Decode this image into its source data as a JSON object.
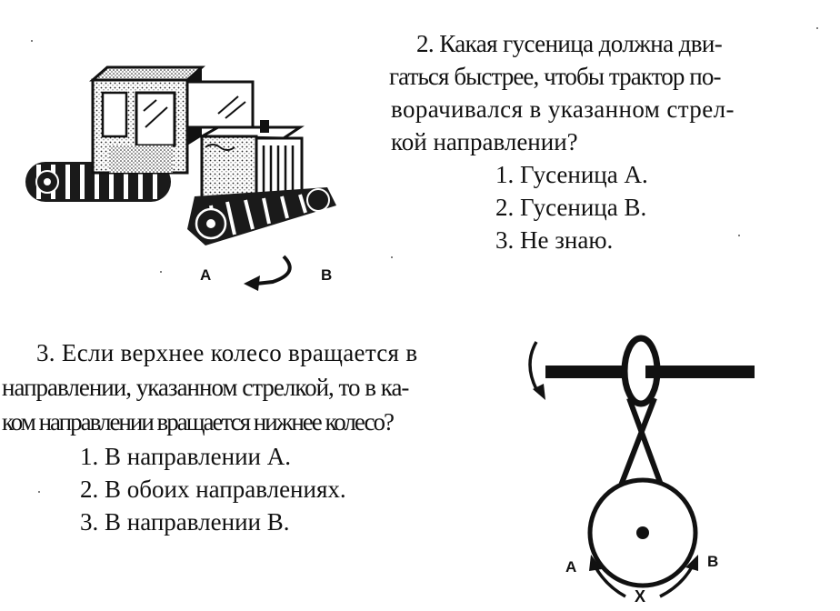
{
  "question2": {
    "lines": [
      "2. Какая гусеница должна дви-",
      "гаться быстрее, чтобы трактор по-",
      "ворачивался в указанном стрел-",
      "кой направлении?"
    ],
    "options": [
      "1. Гусеница А.",
      "2. Гусеница В.",
      "3. Не знаю."
    ],
    "figure": {
      "label_a": "А",
      "label_b": "В"
    }
  },
  "question3": {
    "lines": [
      "3. Если верхнее колесо вращается в",
      "направлении, указанном стрелкой, то в ка-",
      "ком направлении вращается нижнее колесо?"
    ],
    "options": [
      "1. В направлении А.",
      "2. В обоих направлениях.",
      "3. В направлении В."
    ],
    "figure": {
      "label_a": "А",
      "label_b": "В",
      "label_x": "X"
    }
  }
}
